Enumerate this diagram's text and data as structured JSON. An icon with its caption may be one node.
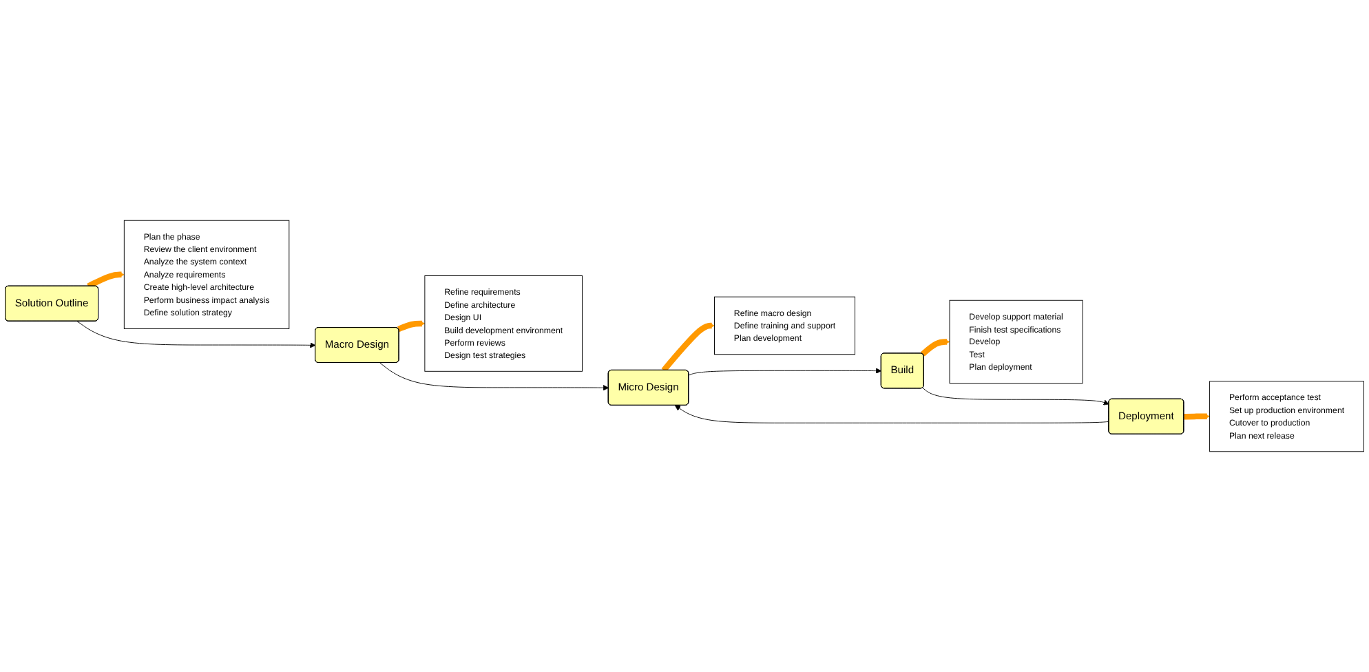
{
  "diagram": {
    "nodes": [
      {
        "text": [
          "Solution Outline"
        ]
      },
      {
        "text": [
          "Macro Design"
        ]
      },
      {
        "text": [
          "Micro Design"
        ]
      },
      {
        "text": [
          "Build"
        ]
      },
      {
        "text": [
          "Deployment"
        ]
      },
      {
        "text": [
          "Plan the phase",
          "Review the client environment",
          "Analyze the system context",
          "Analyze requirements",
          "Create high-level architecture",
          "Perform business impact analysis",
          "Define solution strategy"
        ]
      },
      {
        "text": [
          "Refine requirements",
          "Define architecture",
          "Design UI",
          "Build development environment",
          "Perform reviews",
          "Design test strategies"
        ]
      },
      {
        "text": [
          "Refine macro design",
          "Define training and support",
          "Plan development"
        ]
      },
      {
        "text": [
          "Develop support material",
          "Finish test specifications",
          "Develop",
          "Test",
          "Plan deployment"
        ]
      },
      {
        "text": [
          "Perform acceptance test",
          "Set up production environment",
          "Cutover to production",
          "Plan next release"
        ]
      }
    ],
    "edges": [
      {
        "from": 0,
        "to": 1,
        "arrow": "to"
      },
      {
        "from": 1,
        "to": 2,
        "arrow": "to"
      },
      {
        "from": 2,
        "to": 3,
        "arrow": "to"
      },
      {
        "from": 3,
        "to": 4,
        "arrow": "to"
      },
      {
        "from": 4,
        "to": 2,
        "arrow": "to"
      },
      {
        "from": 0,
        "to": 5,
        "arrow": "to",
        "style": "thick",
        "color": "#ff9900"
      },
      {
        "from": 1,
        "to": 6,
        "arrow": "to",
        "style": "thick",
        "color": "#ff9900"
      },
      {
        "from": 2,
        "to": 7,
        "arrow": "to",
        "style": "thick",
        "color": "#ff9900"
      },
      {
        "from": 3,
        "to": 8,
        "arrow": "to",
        "style": "thick",
        "color": "#ff9900"
      },
      {
        "from": 4,
        "to": 9,
        "arrow": "to",
        "style": "thick",
        "color": "#ff9900"
      }
    ]
  }
}
